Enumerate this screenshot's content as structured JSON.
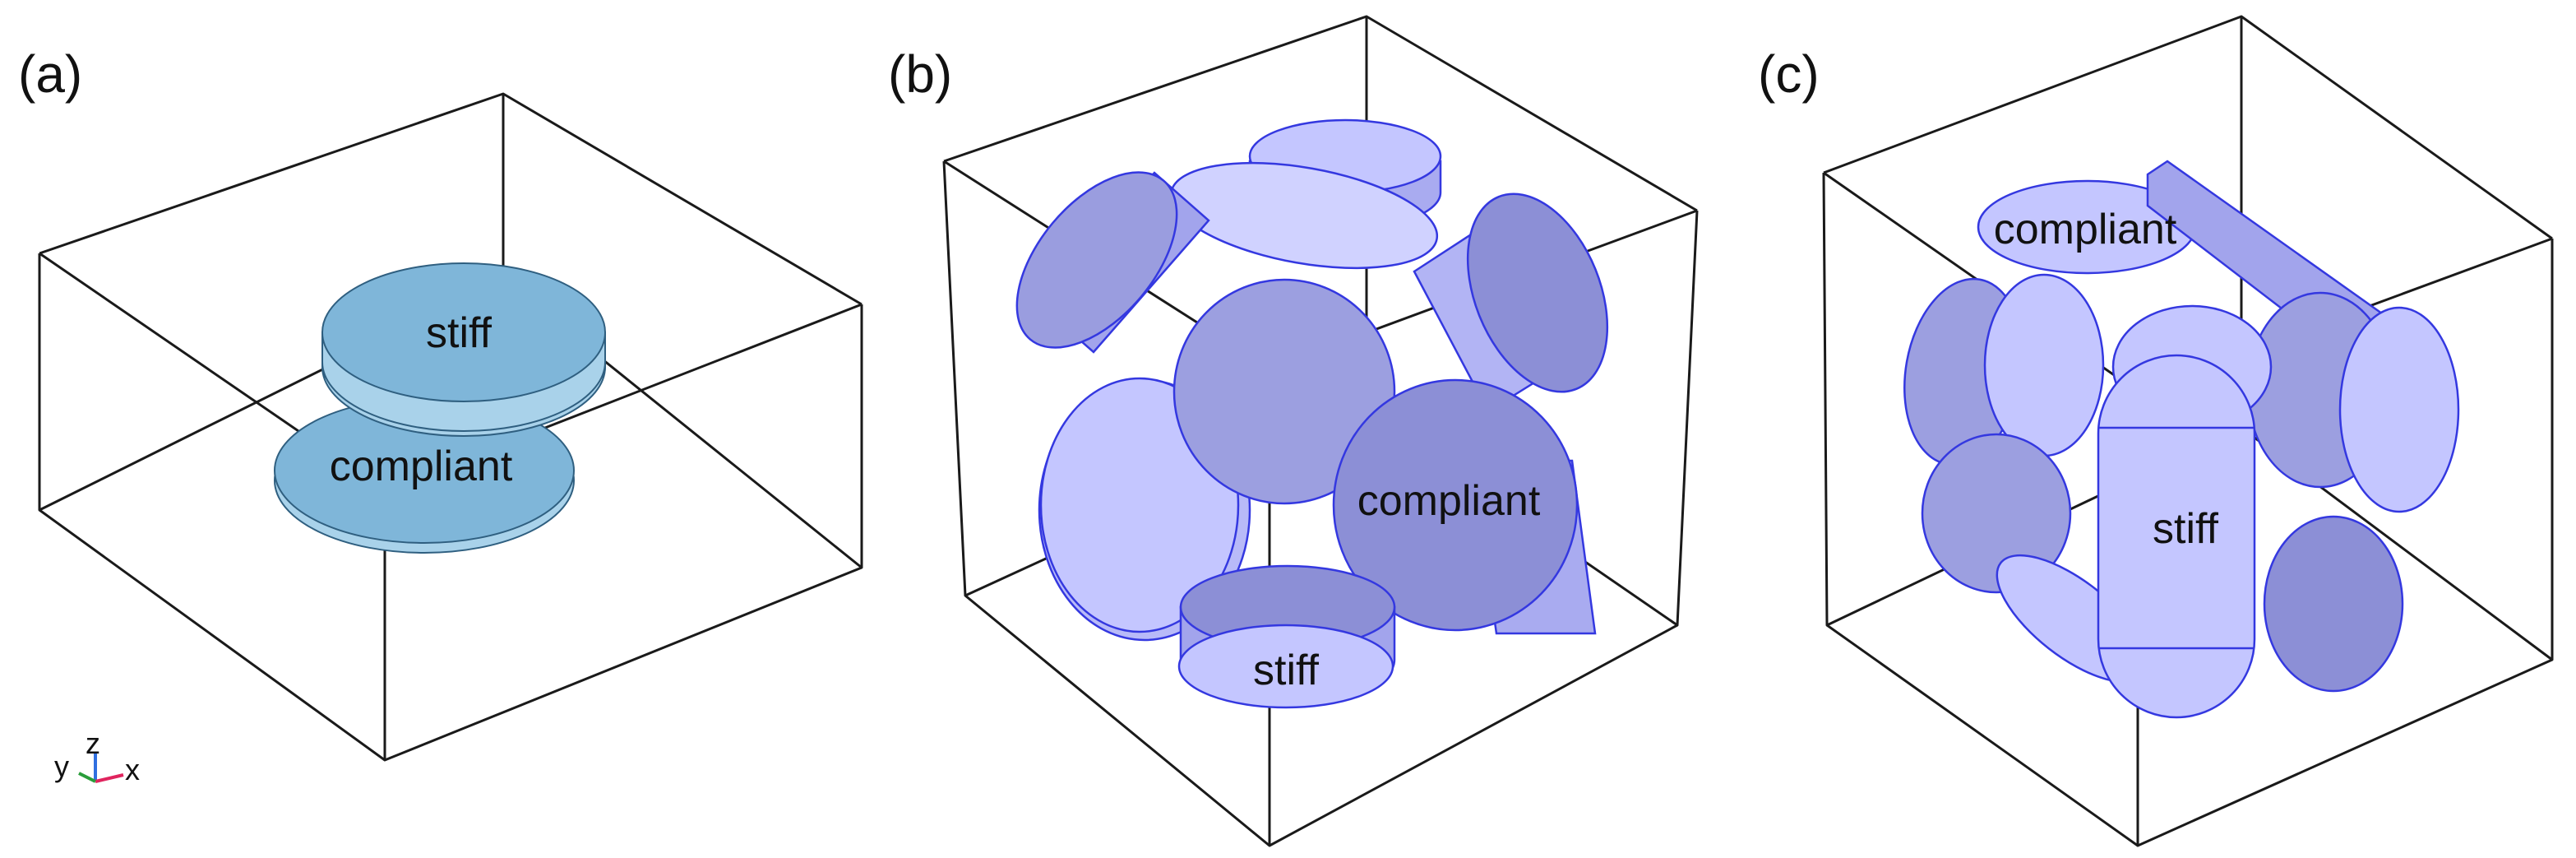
{
  "panels": [
    {
      "label": "(a)",
      "stiff_label": "stiff",
      "compliant_label": "compliant"
    },
    {
      "label": "(b)",
      "stiff_label": "stiff",
      "compliant_label": "compliant"
    },
    {
      "label": "(c)",
      "stiff_label": "stiff",
      "compliant_label": "compliant"
    }
  ],
  "axes_triad": {
    "y": "y",
    "z": "z",
    "x": "x"
  },
  "colors": {
    "panel_a_fill": "#7fb6d9",
    "panel_a_side": "#a9d2ea",
    "disk_fill_light": "#c4c6ff",
    "disk_fill_dark": "#8c8fd6",
    "disk_edge": "#3438e0",
    "axis_x": "#e0245e",
    "axis_y": "#2a9d3a",
    "axis_z": "#2f6fe0"
  }
}
